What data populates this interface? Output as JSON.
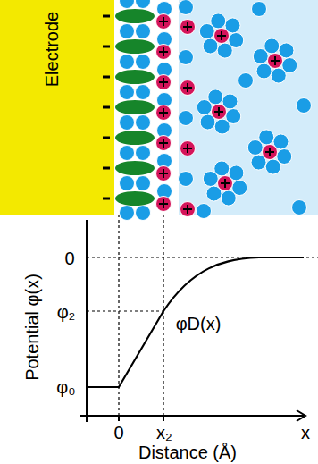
{
  "diagram": {
    "labels": [
      "Electrode",
      "0",
      "φ₂",
      "φD(x)",
      "φ₀",
      "0",
      "x₂",
      "x",
      "Potential φ(x)",
      "Distance (Å)"
    ]
  }
}
